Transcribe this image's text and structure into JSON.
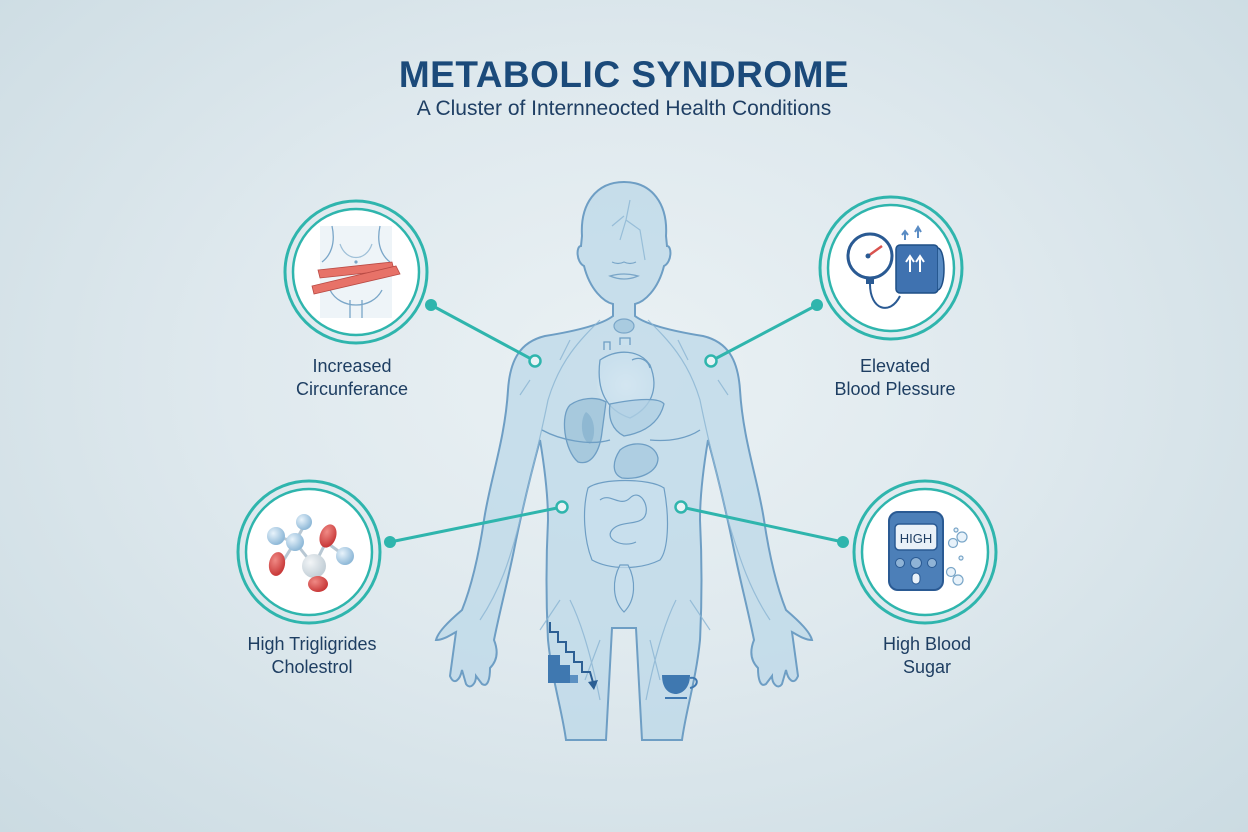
{
  "header": {
    "title": "METABOLIC SYNDROME",
    "subtitle": "A Cluster of Internneocted Health Conditions"
  },
  "colors": {
    "accent_teal": "#2fb5ad",
    "title_blue": "#1b4a7a",
    "body_fill": "#bcd8e8",
    "body_outline": "#6e9ec4",
    "danger_red": "#d9534f"
  },
  "conditions": [
    {
      "id": "waist",
      "line1": "Increased",
      "line2": "Circunferance",
      "icon": "measuring-tape-waist-icon"
    },
    {
      "id": "bp",
      "line1": "Elevated",
      "line2": "Blood Plessure",
      "icon": "blood-pressure-gauge-icon"
    },
    {
      "id": "lipids",
      "line1": "High Trigligrides",
      "line2": "Cholestrol",
      "icon": "molecule-icon"
    },
    {
      "id": "glucose",
      "line1": "High Blood",
      "line2": "Sugar",
      "icon": "glucometer-icon"
    }
  ],
  "glucometer_display": "HIGH",
  "figure": {
    "icons": [
      "descending-stairs-chart-icon",
      "teacup-icon"
    ]
  }
}
